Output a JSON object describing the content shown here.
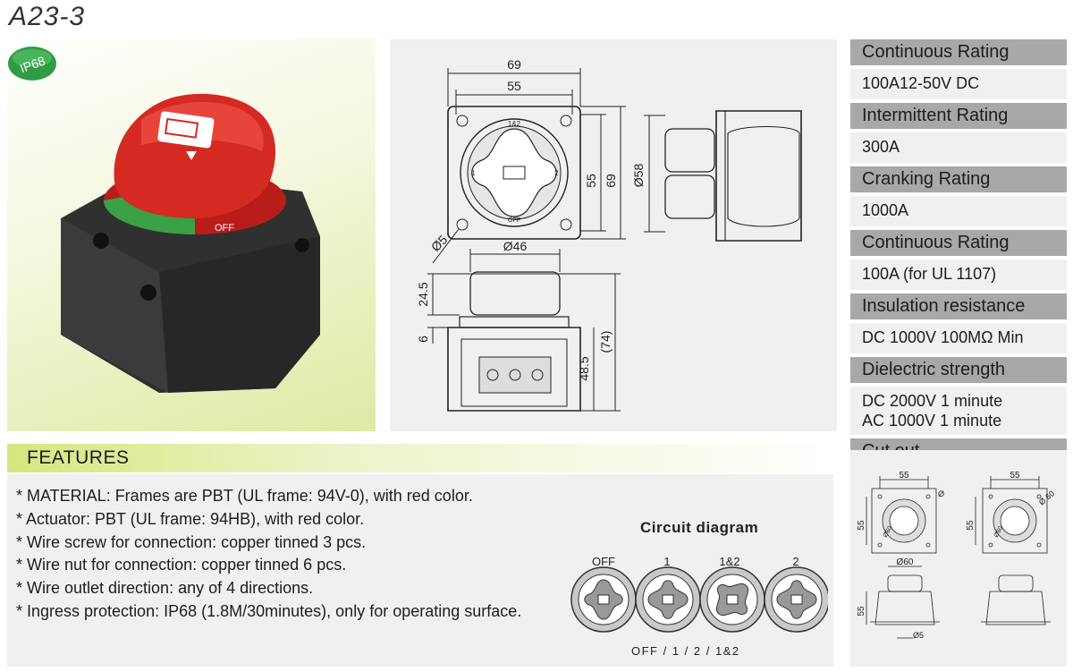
{
  "model": "A23-3",
  "badge": {
    "label": "IP68",
    "color": "#2e9c44"
  },
  "product_photo": {
    "label_off": "OFF"
  },
  "drawing": {
    "dims": {
      "d69_top": "69",
      "d55_top": "55",
      "d55_side": "55",
      "d69_side": "69",
      "dia58": "Ø58",
      "dia5": "Ø5",
      "dia46": "Ø46",
      "d24_5": "24.5",
      "d6": "6",
      "d48_5": "48.5",
      "d74": "(74)"
    },
    "switch_marks": {
      "top": "1&2",
      "left": "1",
      "right": "2",
      "bottom": "OFF"
    }
  },
  "specs": [
    {
      "label": "Continuous Rating",
      "values": [
        "100A12-50V DC"
      ]
    },
    {
      "label": "Intermittent Rating",
      "values": [
        "300A"
      ]
    },
    {
      "label": "Cranking Rating",
      "values": [
        "1000A"
      ]
    },
    {
      "label": "Continuous Rating",
      "values": [
        "100A (for UL 1107)"
      ]
    },
    {
      "label": "Insulation resistance",
      "values": [
        "DC 1000V 100MΩ Min"
      ]
    },
    {
      "label": "Dielectric strength",
      "values": [
        "DC 2000V 1 minute",
        "AC 1000V 1 minute"
      ]
    },
    {
      "label": "Cut out",
      "values": []
    }
  ],
  "cutout": {
    "left_w": "55",
    "left_h": "55",
    "left_dia": "Ø60",
    "left_hole": "Ø",
    "right_w": "55",
    "right_h": "55",
    "right_dia": "Ø60",
    "right_hole": "Ø 60",
    "side_dia": "Ø60",
    "side_h": "55",
    "side_hole": "Ø5"
  },
  "features": {
    "title": "FEATURES",
    "items": [
      "* MATERIAL: Frames are  PBT (UL frame: 94V-0), with red color.",
      "* Actuator:  PBT (UL frame: 94HB), with red color.",
      "* Wire screw for connection: copper tinned 3 pcs.",
      "* Wire nut for connection: copper tinned 6 pcs.",
      "* Wire outlet direction: any of 4 directions.",
      "* Ingress protection: IP68 (1.8M/30minutes), only for operating surface."
    ]
  },
  "circuit": {
    "title": "Circuit diagram",
    "positions": [
      "OFF",
      "1",
      "1&2",
      "2"
    ],
    "footer": "OFF / 1 / 2 / 1&2"
  },
  "colors": {
    "knob_red": "#d42a22",
    "housing": "#2f302f",
    "ring_green": "#3aa046",
    "feature_bar": "#d7e67f",
    "spec_header": "#a8a8a8"
  }
}
